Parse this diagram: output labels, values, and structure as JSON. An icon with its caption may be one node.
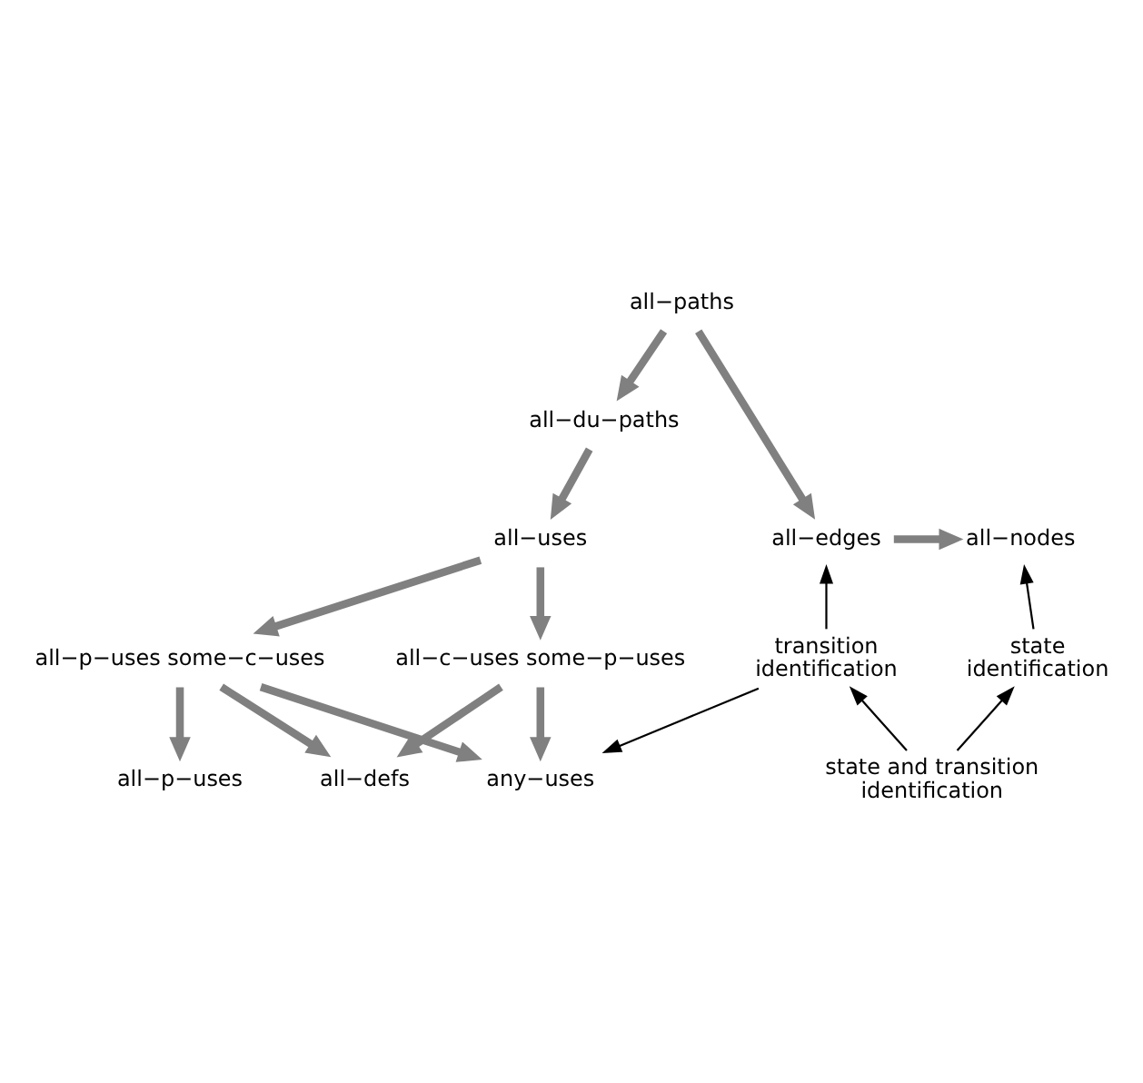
{
  "diagram": {
    "nodes": [
      {
        "text": [
          "all−paths"
        ]
      },
      {
        "text": [
          "all−du−paths"
        ]
      },
      {
        "text": [
          "all−edges"
        ]
      },
      {
        "text": [
          "all−nodes"
        ]
      },
      {
        "text": [
          "all−uses"
        ]
      },
      {
        "text": [
          "transition identification"
        ]
      },
      {
        "text": [
          "state identification"
        ]
      },
      {
        "text": [
          "all−p−uses some−c−uses"
        ]
      },
      {
        "text": [
          "all−c−uses some−p−uses"
        ]
      },
      {
        "text": [
          "state and transition identification"
        ]
      },
      {
        "text": [
          "all−defs"
        ]
      },
      {
        "text": [
          "all−p−uses"
        ]
      },
      {
        "text": [
          "any−uses"
        ]
      }
    ],
    "edges": [
      {
        "from": 0,
        "to": 1,
        "arrow": "to"
      },
      {
        "from": 0,
        "to": 2,
        "arrow": "to"
      },
      {
        "from": 1,
        "to": 4,
        "arrow": "to"
      },
      {
        "from": 2,
        "to": 3,
        "arrow": "to"
      },
      {
        "from": 4,
        "to": 7,
        "arrow": "to"
      },
      {
        "from": 4,
        "to": 8,
        "arrow": "to"
      },
      {
        "from": 5,
        "to": 2,
        "arrow": "to",
        "color": "#000000"
      },
      {
        "from": 6,
        "to": 3,
        "arrow": "to",
        "color": "#000000"
      },
      {
        "from": 7,
        "to": 11,
        "arrow": "to"
      },
      {
        "from": 7,
        "to": 12,
        "arrow": "to"
      },
      {
        "from": 7,
        "to": 10,
        "arrow": "to"
      },
      {
        "from": 8,
        "to": 10,
        "arrow": "to"
      },
      {
        "from": 8,
        "to": 12,
        "arrow": "to"
      },
      {
        "from": 5,
        "to": 12,
        "arrow": "to",
        "color": "#000000"
      },
      {
        "from": 9,
        "to": 5,
        "arrow": "to",
        "color": "#000000"
      },
      {
        "from": 9,
        "to": 6,
        "arrow": "to",
        "color": "#000000"
      }
    ]
  }
}
